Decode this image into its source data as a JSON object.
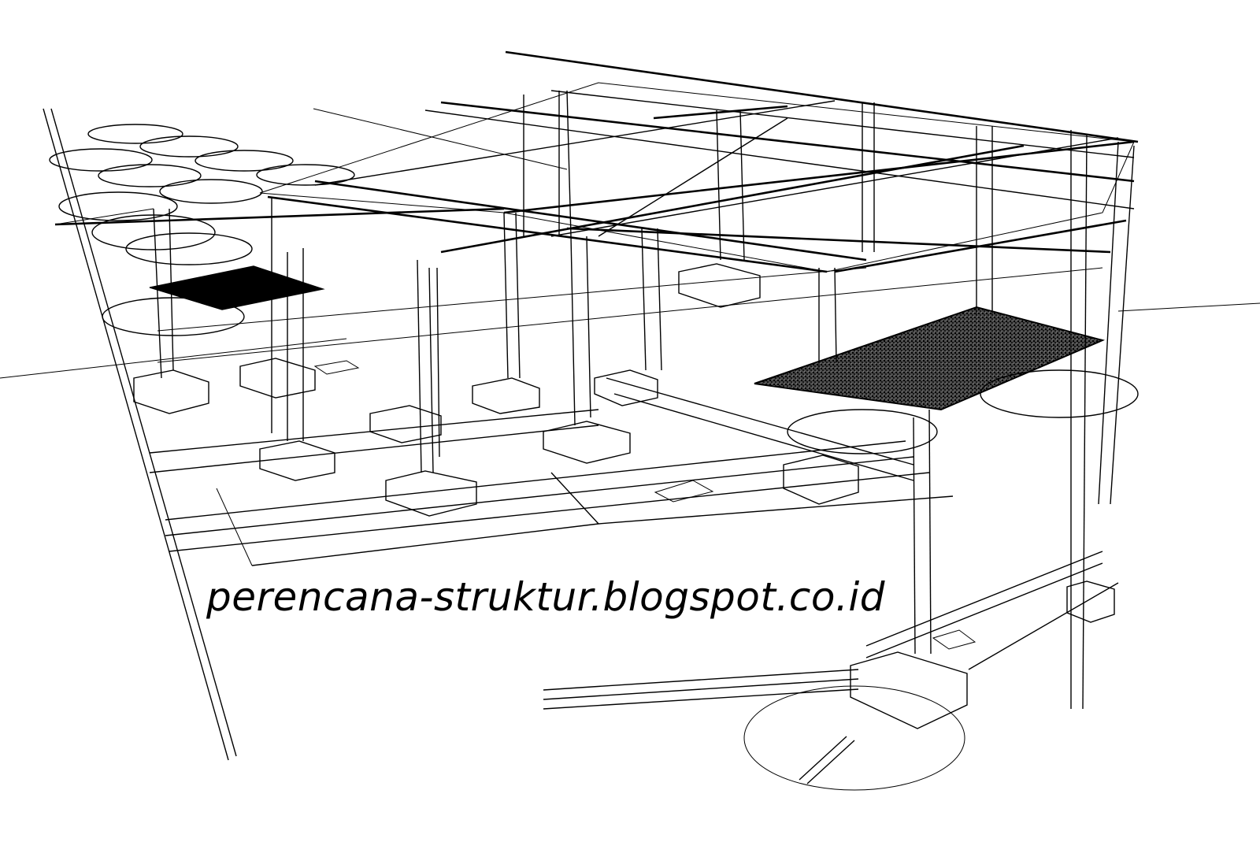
{
  "drawing": {
    "type": "3D structural wireframe",
    "subject": "reinforced concrete building frame with columns, beams, pile footings and slabs",
    "colors": {
      "line": "#000000",
      "background": "#ffffff"
    }
  },
  "watermark": {
    "text": "perencana-struktur.blogspot.co.id"
  }
}
